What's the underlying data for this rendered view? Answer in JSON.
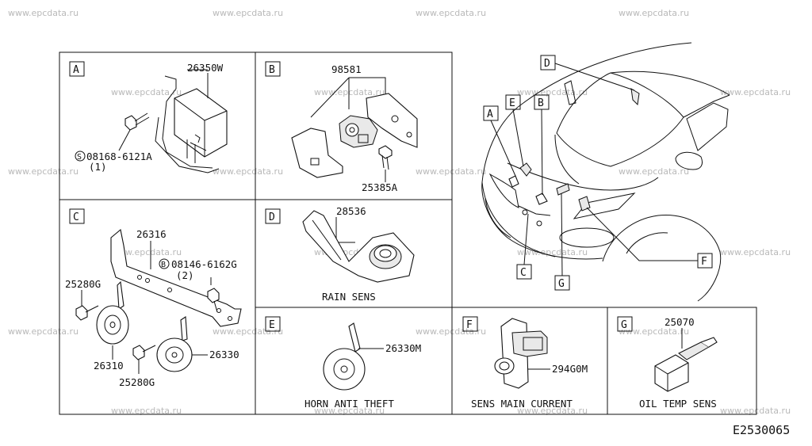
{
  "watermark": "www.epcdata.ru",
  "diagram_code": "E2530065",
  "panels": {
    "A": {
      "letter": "A",
      "parts": {
        "main": "26350W",
        "bolt": "08168-6121A",
        "bolt_qty": "(1)",
        "bolt_prefix": "S"
      }
    },
    "B": {
      "letter": "B",
      "parts": {
        "main": "98581",
        "bolt": "25385A"
      }
    },
    "C": {
      "letter": "C",
      "parts": {
        "bracket": "26316",
        "bolt": "08146-6162G",
        "bolt_qty": "(2)",
        "bolt_prefix": "B",
        "bolt_left_top": "25280G",
        "horn_left": "26310",
        "bolt_left_bottom": "25280G",
        "horn_right": "26330"
      }
    },
    "D": {
      "letter": "D",
      "parts": {
        "main": "28536"
      },
      "caption": "RAIN SENS"
    },
    "E": {
      "letter": "E",
      "parts": {
        "main": "26330M"
      },
      "caption": "HORN ANTI THEFT"
    },
    "F": {
      "letter": "F",
      "parts": {
        "main": "294G0M"
      },
      "caption": "SENS MAIN CURRENT"
    },
    "G": {
      "letter": "G",
      "parts": {
        "main": "25070"
      },
      "caption": "OIL TEMP SENS"
    }
  },
  "car_callouts": [
    "D",
    "A",
    "E",
    "B",
    "C",
    "G",
    "F"
  ]
}
